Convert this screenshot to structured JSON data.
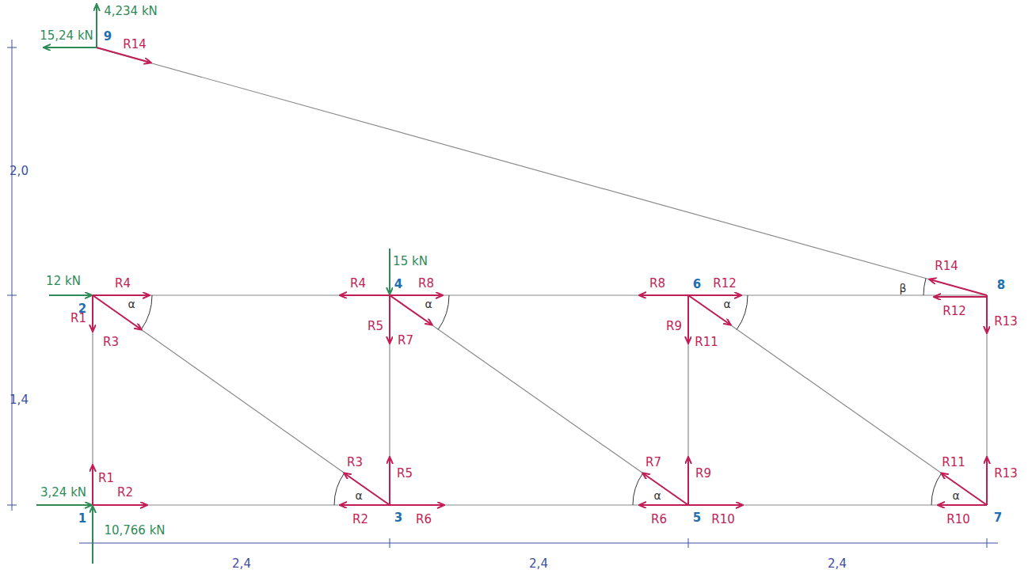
{
  "diagram": {
    "labels": [
      "4,234 kN",
      "9",
      "R14",
      "15,24 kN",
      "2,0",
      "1,4",
      "12 kN",
      "2",
      "R4",
      "R1",
      "R3",
      "α",
      "15 kN",
      "R4",
      "4",
      "R8",
      "R5",
      "R7",
      "α",
      "R8",
      "6",
      "R12",
      "R9",
      "R11",
      "α",
      "β",
      "R14",
      "R12",
      "8",
      "R13",
      "R1",
      "3,24 kN",
      "R2",
      "1",
      "10,766 kN",
      "R3",
      "α",
      "R2",
      "3",
      "R5",
      "R6",
      "R7",
      "α",
      "R6",
      "5",
      "R9",
      "R10",
      "R11",
      "α",
      "R10",
      "7",
      "R13",
      "2,4",
      "2,4",
      "2,4"
    ]
  }
}
